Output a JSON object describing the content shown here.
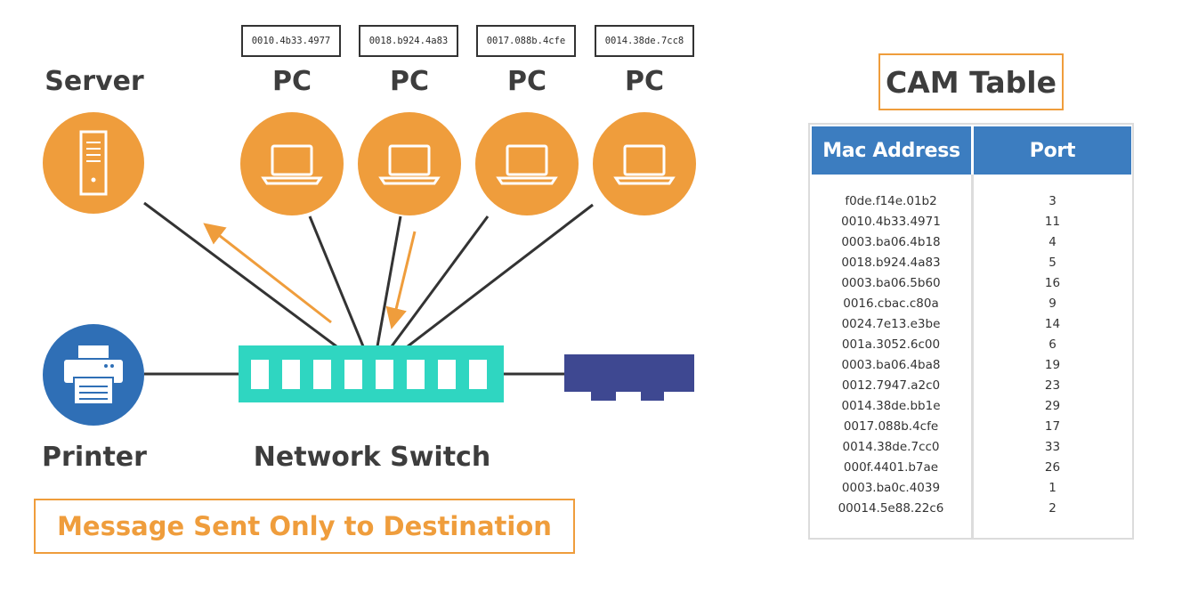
{
  "diagram": {
    "mac_labels": [
      "0010.4b33.4977",
      "0018.b924.4a83",
      "0017.088b.4cfe",
      "0014.38de.7cc8"
    ],
    "devices": {
      "server_label": "Server",
      "pc_label": "PC",
      "printer_label": "Printer",
      "switch_label": "Network Switch"
    },
    "caption": "Message Sent Only to Destination",
    "colors": {
      "accent_orange": "#ef9d3c",
      "printer_blue": "#2f6fb6",
      "switch_teal": "#2fd6c1",
      "router_navy": "#3e4891",
      "table_header_blue": "#3c7dc0"
    }
  },
  "cam_table": {
    "title": "CAM Table",
    "headers": {
      "mac": "Mac Address",
      "port": "Port"
    },
    "rows": [
      {
        "mac": "f0de.f14e.01b2",
        "port": "3"
      },
      {
        "mac": "0010.4b33.4971",
        "port": "11"
      },
      {
        "mac": "0003.ba06.4b18",
        "port": "4"
      },
      {
        "mac": "0018.b924.4a83",
        "port": "5"
      },
      {
        "mac": "0003.ba06.5b60",
        "port": "16"
      },
      {
        "mac": "0016.cbac.c80a",
        "port": "9"
      },
      {
        "mac": "0024.7e13.e3be",
        "port": "14"
      },
      {
        "mac": "001a.3052.6c00",
        "port": "6"
      },
      {
        "mac": "0003.ba06.4ba8",
        "port": "19"
      },
      {
        "mac": "0012.7947.a2c0",
        "port": "23"
      },
      {
        "mac": "0014.38de.bb1e",
        "port": "29"
      },
      {
        "mac": "0017.088b.4cfe",
        "port": "17"
      },
      {
        "mac": "0014.38de.7cc0",
        "port": "33"
      },
      {
        "mac": "000f.4401.b7ae",
        "port": "26"
      },
      {
        "mac": "0003.ba0c.4039",
        "port": "1"
      },
      {
        "mac": "00014.5e88.22c6",
        "port": "2"
      }
    ]
  }
}
